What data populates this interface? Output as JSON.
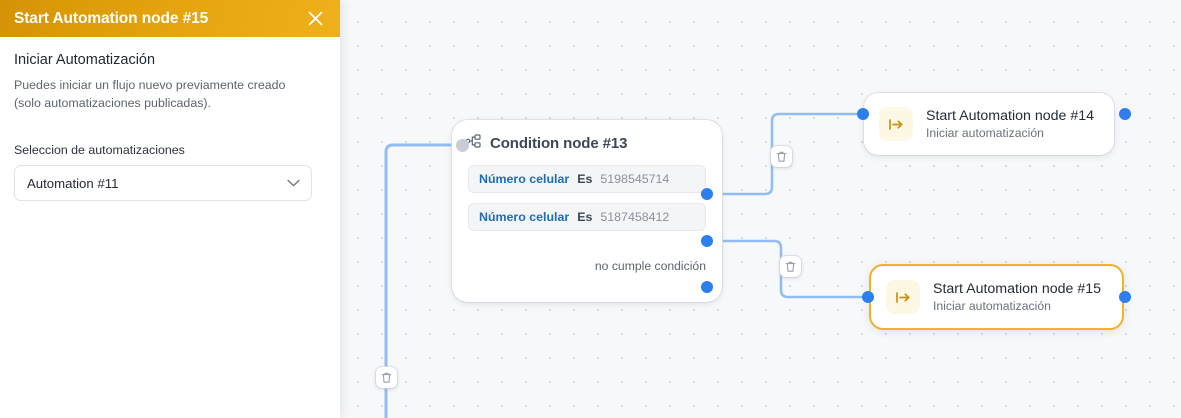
{
  "panel": {
    "title": "Start Automation node #15",
    "close_icon": "close-icon",
    "heading": "Iniciar Automatización",
    "description": "Puedes iniciar un flujo nuevo previamente creado (solo automatizaciones publicadas).",
    "field_label": "Seleccion de automatizaciones",
    "select": {
      "value": "Automation #11",
      "chevron_icon": "chevron-down-icon"
    },
    "header_color": "#e0a00b",
    "accent_color": "#f0b323"
  },
  "canvas": {
    "background_color": "#f7f8fa",
    "dot_color": "#d7dae2",
    "edge_color": "#93bdf2",
    "port_color": "#2d7ff0",
    "nodes": {
      "condition": {
        "title": "Condition node #13",
        "icon": "sitemap-icon",
        "rows": [
          {
            "field": "Número celular",
            "operator": "Es",
            "value": "5198545714"
          },
          {
            "field": "Número celular",
            "operator": "Es",
            "value": "5187458412"
          }
        ],
        "else_label": "no cumple condición"
      },
      "automation_14": {
        "title": "Start Automation node #14",
        "subtitle": "Iniciar automatización",
        "icon": "start-arrow-icon",
        "selected": false
      },
      "automation_15": {
        "title": "Start Automation node #15",
        "subtitle": "Iniciar automatización",
        "icon": "start-arrow-icon",
        "selected": true
      }
    },
    "edge_buttons": [
      {
        "icon": "trash-icon",
        "name": "edge-delete-top"
      },
      {
        "icon": "trash-icon",
        "name": "edge-delete-bottom"
      },
      {
        "icon": "trash-icon",
        "name": "edge-delete-left"
      }
    ]
  }
}
